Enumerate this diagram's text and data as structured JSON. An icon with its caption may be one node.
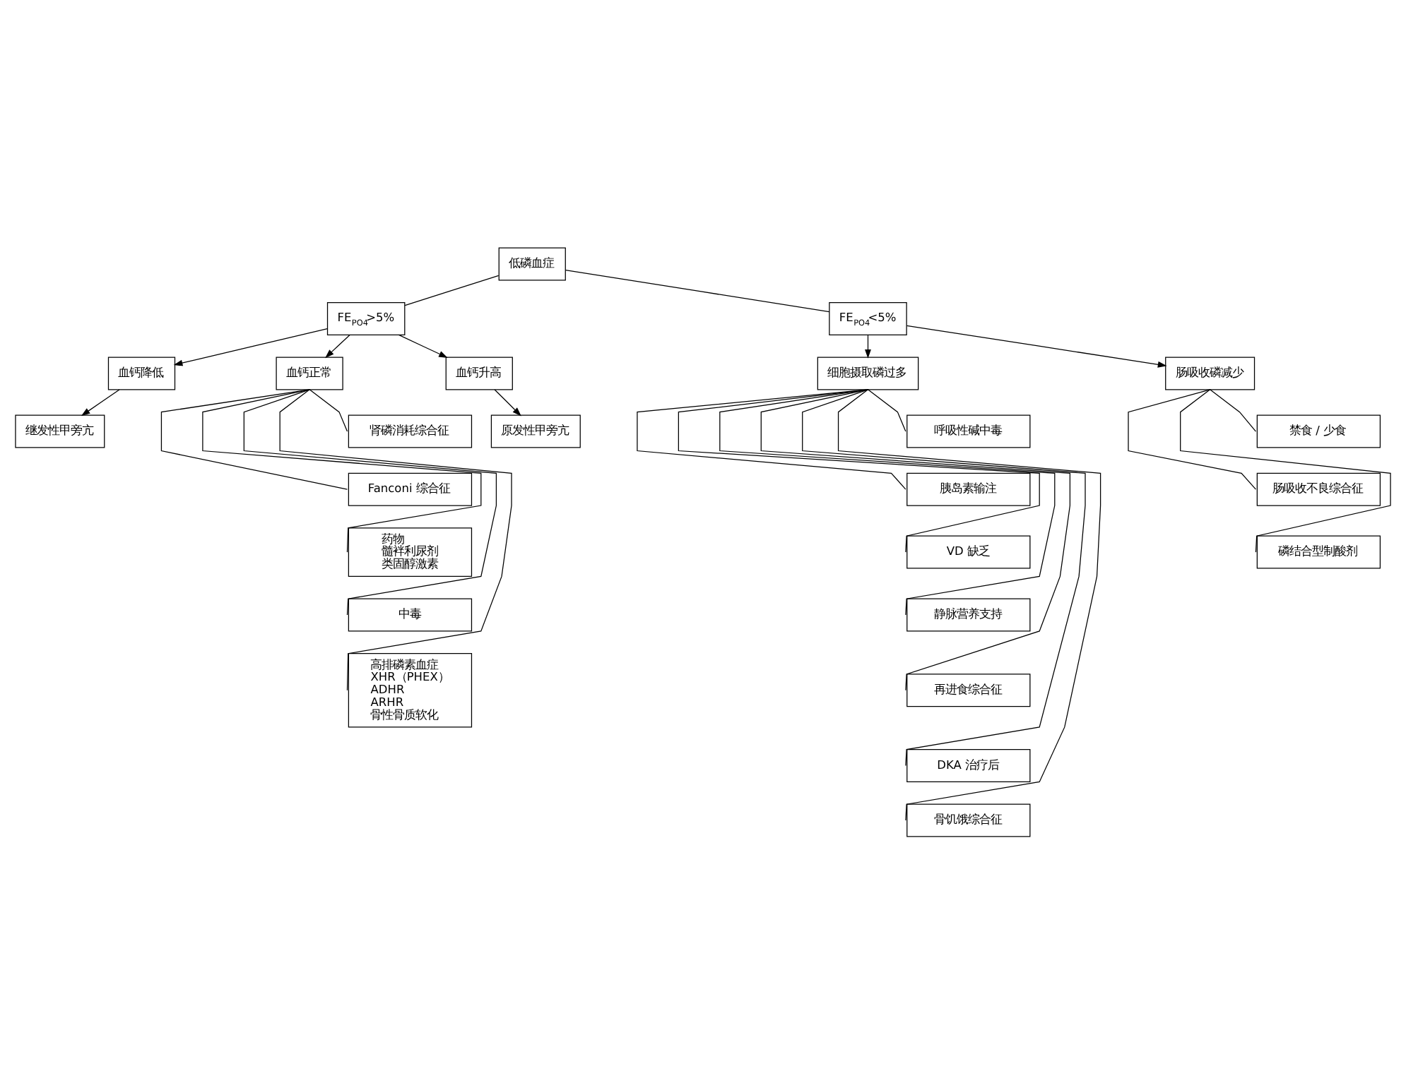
{
  "diagram": {
    "nodes": [
      {
        "text": [
          "低磷血症"
        ]
      },
      {
        "text": [
          "FE$_{PO4}$>5%"
        ]
      },
      {
        "text": [
          "FE$_{PO4}$<5%"
        ]
      },
      {
        "text": [
          "血钙降低"
        ]
      },
      {
        "text": [
          "血钙正常"
        ]
      },
      {
        "text": [
          "血钙升高"
        ]
      },
      {
        "text": [
          "细胞摄取磷过多"
        ]
      },
      {
        "text": [
          "肠吸收磷减少"
        ]
      },
      {
        "text": [
          "继发性甲旁亢"
        ]
      },
      {
        "text": [
          "原发性甲旁亢"
        ]
      },
      {
        "text": [
          "肾磷消耗综合征"
        ]
      },
      {
        "text": [
          "Fanconi 综合征"
        ]
      },
      {
        "text": [
          "药物",
          "髓袢利尿剂",
          "类固醇激素"
        ]
      },
      {
        "text": [
          "中毒"
        ]
      },
      {
        "text": [
          "高排磷素血症",
          "XHR（PHEX）",
          "ADHR",
          "ARHR",
          "骨性骨质软化"
        ]
      },
      {
        "text": [
          "呼吸性碱中毒"
        ]
      },
      {
        "text": [
          "胰岛素输注"
        ]
      },
      {
        "text": [
          "VD 缺乏"
        ]
      },
      {
        "text": [
          "静脉营养支持"
        ]
      },
      {
        "text": [
          "再进食综合征"
        ]
      },
      {
        "text": [
          "DKA 治疗后"
        ]
      },
      {
        "text": [
          "骨饥饿综合征"
        ]
      },
      {
        "text": [
          "禁食 / 少食"
        ]
      },
      {
        "text": [
          "肠吸收不良综合征"
        ]
      },
      {
        "text": [
          "磷结合型制酸剂"
        ]
      }
    ],
    "edges": [
      {
        "from": 0,
        "to": 1,
        "arrow": "none"
      },
      {
        "from": 0,
        "to": 2,
        "arrow": "none"
      },
      {
        "from": 1,
        "to": 3,
        "arrow": "to"
      },
      {
        "from": 1,
        "to": 4,
        "arrow": "to"
      },
      {
        "from": 1,
        "to": 5,
        "arrow": "to"
      },
      {
        "from": 2,
        "to": 6,
        "arrow": "to"
      },
      {
        "from": 2,
        "to": 7,
        "arrow": "to"
      },
      {
        "from": 3,
        "to": 8,
        "arrow": "to"
      },
      {
        "from": 5,
        "to": 9,
        "arrow": "to"
      },
      {
        "from": 4,
        "to": 10,
        "arrow": "none"
      },
      {
        "from": 4,
        "to": 11,
        "arrow": "none"
      },
      {
        "from": 4,
        "to": 12,
        "arrow": "none"
      },
      {
        "from": 4,
        "to": 13,
        "arrow": "none"
      },
      {
        "from": 4,
        "to": 14,
        "arrow": "none"
      },
      {
        "from": 6,
        "to": 15,
        "arrow": "none"
      },
      {
        "from": 6,
        "to": 16,
        "arrow": "none"
      },
      {
        "from": 6,
        "to": 17,
        "arrow": "none"
      },
      {
        "from": 6,
        "to": 18,
        "arrow": "none"
      },
      {
        "from": 6,
        "to": 19,
        "arrow": "none"
      },
      {
        "from": 6,
        "to": 20,
        "arrow": "none"
      },
      {
        "from": 6,
        "to": 21,
        "arrow": "none"
      },
      {
        "from": 7,
        "to": 22,
        "arrow": "none"
      },
      {
        "from": 7,
        "to": 23,
        "arrow": "none"
      },
      {
        "from": 7,
        "to": 24,
        "arrow": "none"
      }
    ]
  }
}
